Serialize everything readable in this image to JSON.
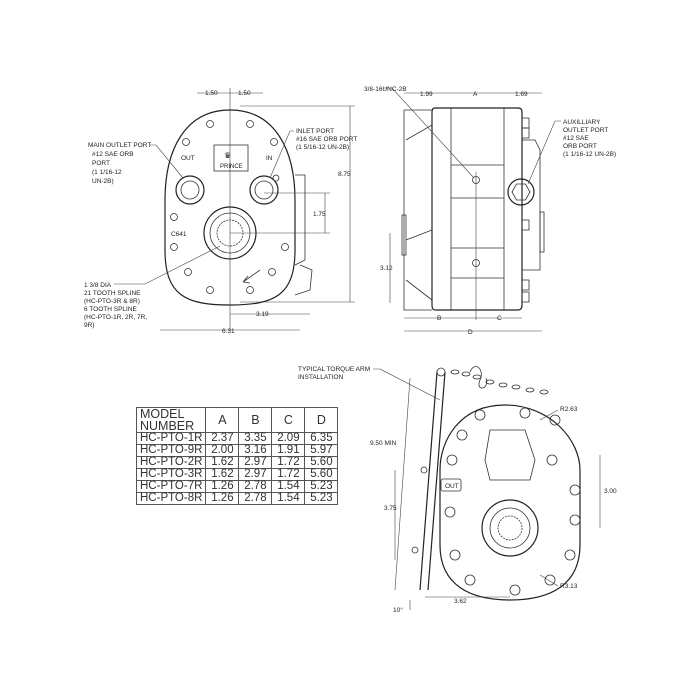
{
  "front_view": {
    "dims": {
      "top_left": "1.50",
      "top_right": "1.50",
      "height": "8.75",
      "port_offset": "1.75",
      "half_width": "3.19",
      "width": "6.31"
    },
    "casting": {
      "logo": "PRINCE",
      "out": "OUT",
      "in": "IN",
      "code": "C641"
    },
    "main_outlet": [
      "MAIN OUTLET PORT",
      "#12 SAE ORB",
      "PORT",
      "(1 1/16-12",
      "UN-2B)"
    ],
    "inlet": [
      "INLET PORT",
      "#16 SAE ORB PORT",
      "(1 5/16-12 UN-2B)"
    ],
    "spline": [
      "1 3/8 DIA",
      "21 TOOTH SPLINE",
      "(HC-PTO-3R & 8R)",
      "6 TOOTH SPLINE",
      "(HC-PTO-1R, 2R, 7R,",
      "9R)"
    ]
  },
  "side_view": {
    "thread": "3/8-16UNC-2B",
    "dims": {
      "left": "1.99",
      "a": "A",
      "right": "1.69",
      "height": "3.12",
      "b": "B",
      "c": "C",
      "d": "D"
    },
    "aux": [
      "AUXILLIARY",
      "OUTLET PORT",
      "#12 SAE",
      "ORB PORT",
      "(1 1/16-12 UN-2B)"
    ]
  },
  "table": {
    "headers": [
      "MODEL\nNUMBER",
      "A",
      "B",
      "C",
      "D"
    ],
    "header_model_line1": "MODEL",
    "header_model_line2": "NUMBER",
    "rows": [
      [
        "HC-PTO-1R",
        "2.37",
        "3.35",
        "2.09",
        "6.35"
      ],
      [
        "HC-PTO-9R",
        "2.00",
        "3.16",
        "1.91",
        "5.97"
      ],
      [
        "HC-PTO-2R",
        "1.62",
        "2.97",
        "1.72",
        "5.60"
      ],
      [
        "HC-PTO-3R",
        "1.62",
        "2.97",
        "1.72",
        "5.60"
      ],
      [
        "HC-PTO-7R",
        "1.26",
        "2.78",
        "1.54",
        "5.23"
      ],
      [
        "HC-PTO-8R",
        "1.26",
        "2.78",
        "1.54",
        "5.23"
      ]
    ]
  },
  "torque_view": {
    "title": [
      "TYPICAL TORQUE ARM",
      "INSTALLATION"
    ],
    "r_top": "R2.63",
    "min_len": "9.50 MIN",
    "v_offset": "3.00",
    "arm_height": "3.75",
    "out": "OUT",
    "r_bottom": "R3.13",
    "h_offset": "3.62",
    "angle": "10°"
  }
}
